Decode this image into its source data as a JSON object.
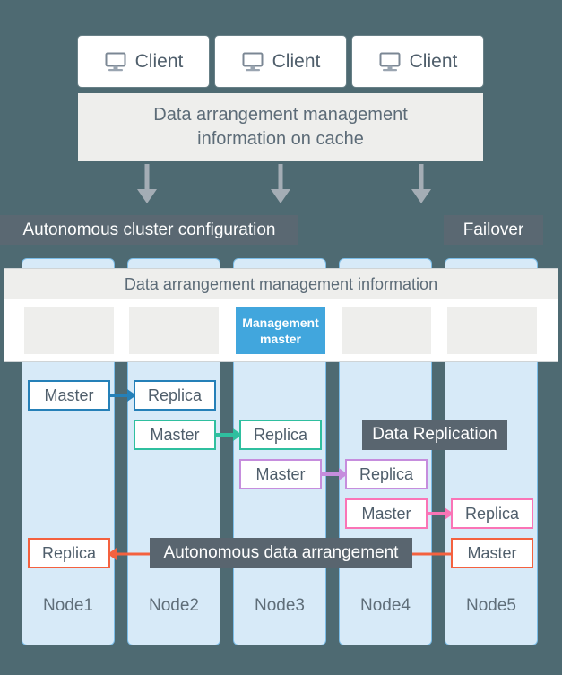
{
  "diagram": {
    "background_color": "#4e6a72",
    "title_implicit": "Autonomous cluster data arrangement"
  },
  "clients": [
    {
      "label": "Client",
      "icon": "monitor-icon"
    },
    {
      "label": "Client",
      "icon": "monitor-icon"
    },
    {
      "label": "Client",
      "icon": "monitor-icon"
    }
  ],
  "cache": {
    "label": "Data arrangement management\ninformation on cache",
    "background": "#eeeeec",
    "text_color": "#5c6b77"
  },
  "arrows_down": [
    {
      "name": "arrow-to-node1"
    },
    {
      "name": "arrow-to-node3"
    },
    {
      "name": "arrow-to-node5"
    }
  ],
  "bars": {
    "cluster_config": {
      "label": "Autonomous cluster configuration",
      "color": "#5a6872"
    },
    "failover": {
      "label": "Failover",
      "color": "#5a6872"
    },
    "data_replication": {
      "label": "Data Replication",
      "color": "#59656f"
    },
    "data_arrangement": {
      "label": "Autonomous data arrangement",
      "color": "#59656f"
    }
  },
  "info_panel": {
    "header": "Data arrangement management information",
    "slots": [
      {
        "label": "",
        "active": false
      },
      {
        "label": "",
        "active": false
      },
      {
        "label": "Management\nmaster",
        "active": true,
        "color": "#41a6dd"
      },
      {
        "label": "",
        "active": false
      },
      {
        "label": "",
        "active": false
      }
    ]
  },
  "nodes": [
    {
      "label": "Node1"
    },
    {
      "label": "Node2"
    },
    {
      "label": "Node3"
    },
    {
      "label": "Node4"
    },
    {
      "label": "Node5"
    }
  ],
  "replication_rows": [
    {
      "color": "#2580b8",
      "master": {
        "label": "Master",
        "node": "Node1"
      },
      "replica": {
        "label": "Replica",
        "node": "Node2"
      },
      "direction": "right"
    },
    {
      "color": "#2fbf9f",
      "master": {
        "label": "Master",
        "node": "Node2"
      },
      "replica": {
        "label": "Replica",
        "node": "Node3"
      },
      "direction": "right"
    },
    {
      "color": "#c68ddd",
      "master": {
        "label": "Master",
        "node": "Node3"
      },
      "replica": {
        "label": "Replica",
        "node": "Node4"
      },
      "direction": "right"
    },
    {
      "color": "#fa74b6",
      "master": {
        "label": "Master",
        "node": "Node4"
      },
      "replica": {
        "label": "Replica",
        "node": "Node5"
      },
      "direction": "right"
    },
    {
      "color": "#f4613f",
      "master": {
        "label": "Master",
        "node": "Node5"
      },
      "replica": {
        "label": "Replica",
        "node": "Node1"
      },
      "direction": "left"
    }
  ]
}
